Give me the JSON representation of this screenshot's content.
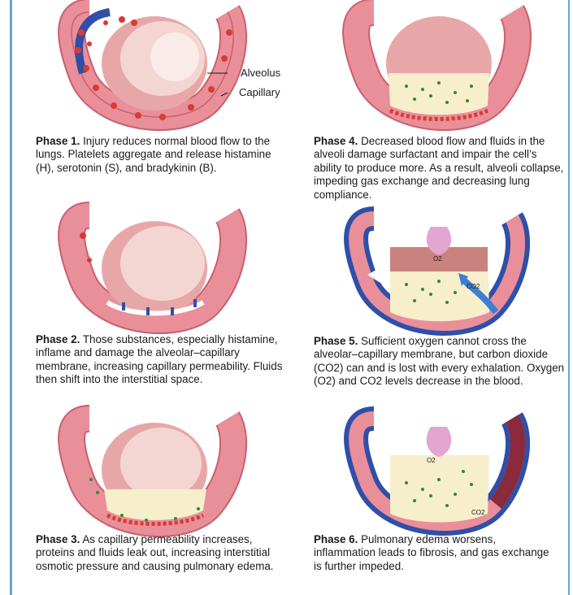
{
  "phases": [
    {
      "title": "Phase 1.",
      "text": "Injury reduces normal blood flow to the lungs.  Platelets aggregate and release histamine (H), serotonin (S), and bradykinin (B).",
      "label_alveolus": "Alveolus",
      "label_capillary": "Capillary"
    },
    {
      "title": "Phase 2.",
      "text": "Those substances, especially histamine, inflame and damage the alveolar–capillary membrane, increasing capillary permeability. Fluids then shift into the interstitial space."
    },
    {
      "title": "Phase 3.",
      "text": "As capillary permeability increases, proteins and fluids leak out, increasing interstitial osmotic pressure and causing pulmonary edema."
    },
    {
      "title": "Phase 4.",
      "text": "Decreased blood flow and fluids in the alveoli damage surfactant and impair the cell’s ability to produce more. As a result, alveoli collapse, impeding gas exchange and decreasing lung compliance."
    },
    {
      "title": "Phase 5.",
      "text": "Sufficient oxygen cannot cross the alveolar–capillary membrane, but carbon dioxide (CO2) can and is lost with every exhalation. Oxygen (O2) and CO2 levels decrease in the blood.",
      "label_o2": "O2",
      "label_co2": "CO2"
    },
    {
      "title": "Phase 6.",
      "text": "Pulmonary edema worsens, inflammation leads to fibrosis, and gas exchange is further impeded.",
      "label_o2": "O2",
      "label_co2": "CO2"
    }
  ],
  "colors": {
    "tissue": "#e98f9a",
    "tissue_dark": "#c9606e",
    "alveolus": "#f1c9c6",
    "fluid": "#f7eecb",
    "vessel_blue": "#2f4fa8",
    "rbc": "#d93a33",
    "dots": "#2e8b3a",
    "frame": "#6aa0d8"
  }
}
